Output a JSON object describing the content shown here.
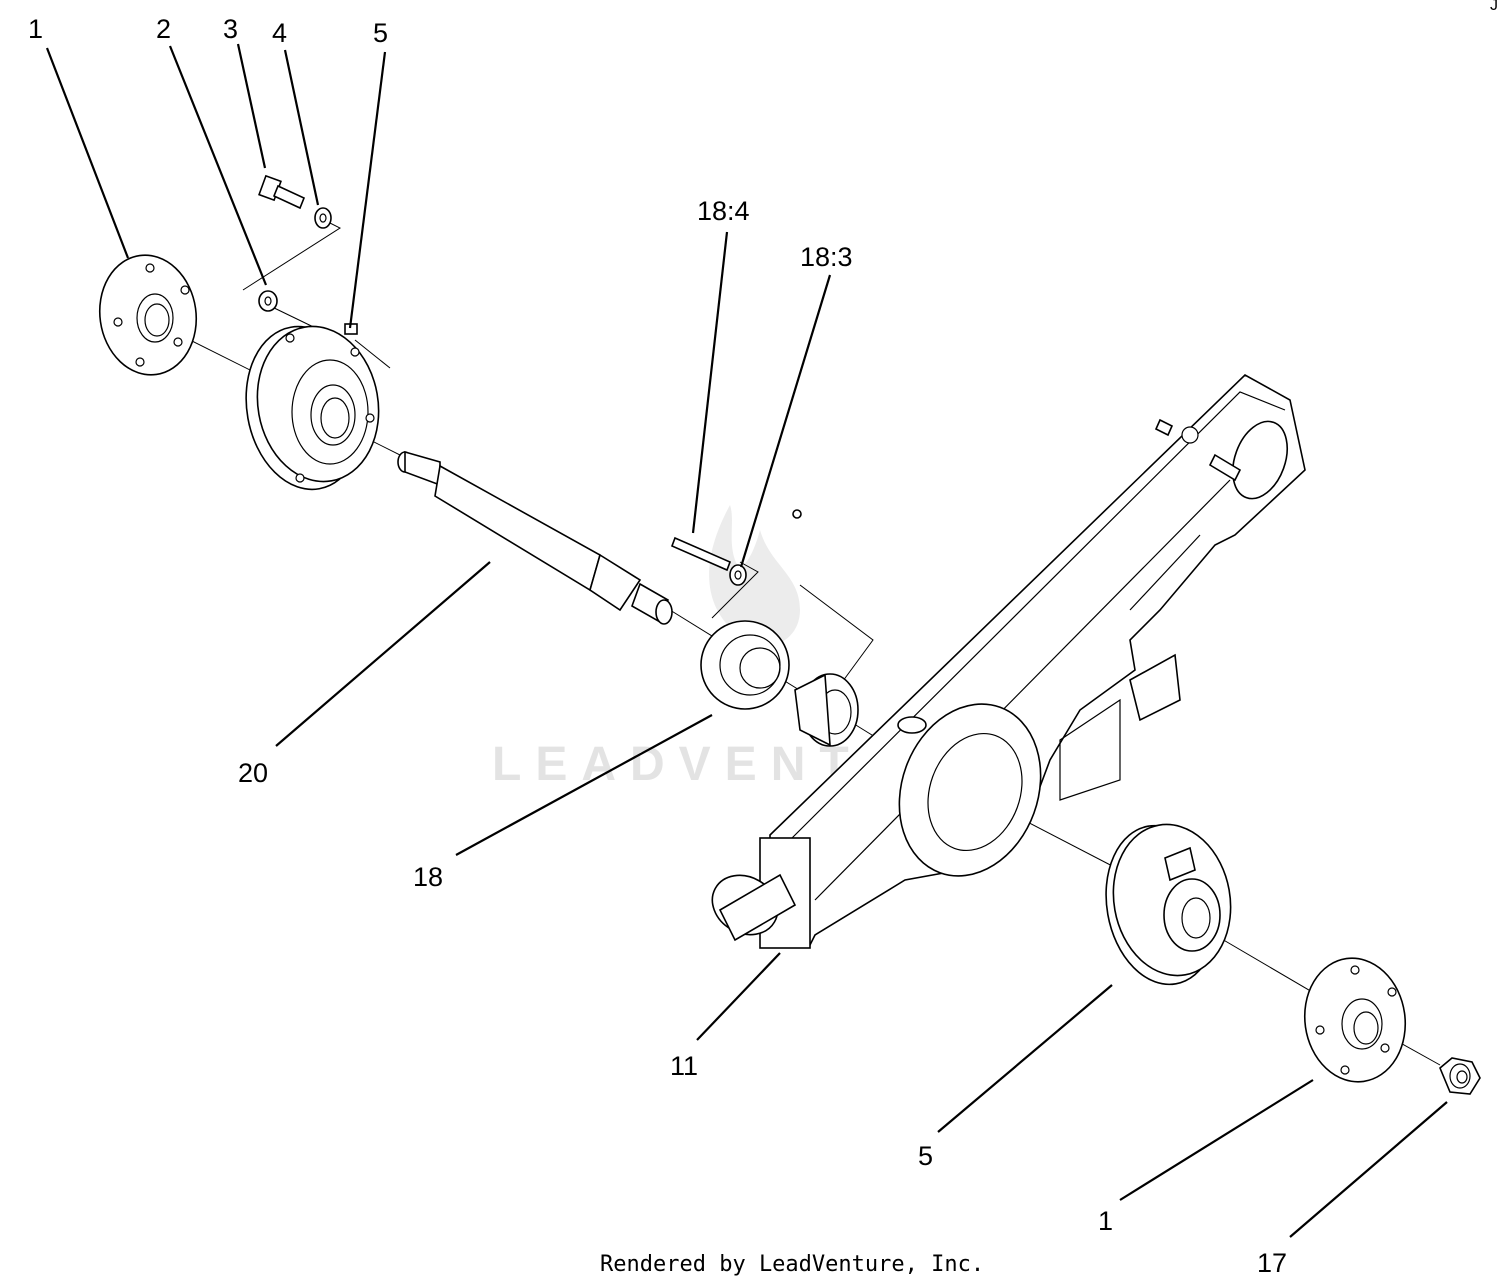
{
  "callouts": {
    "c1_top": "1",
    "c2": "2",
    "c3": "3",
    "c4": "4",
    "c5_top": "5",
    "c18_4": "18:4",
    "c18_3": "18:3",
    "c20": "20",
    "c18": "18",
    "c11": "11",
    "c5_bottom": "5",
    "c1_bottom": "1",
    "c17": "17"
  },
  "watermark": "LEADVENTURE",
  "footer": "Rendered by LeadVenture, Inc.",
  "corner_mark": "J"
}
